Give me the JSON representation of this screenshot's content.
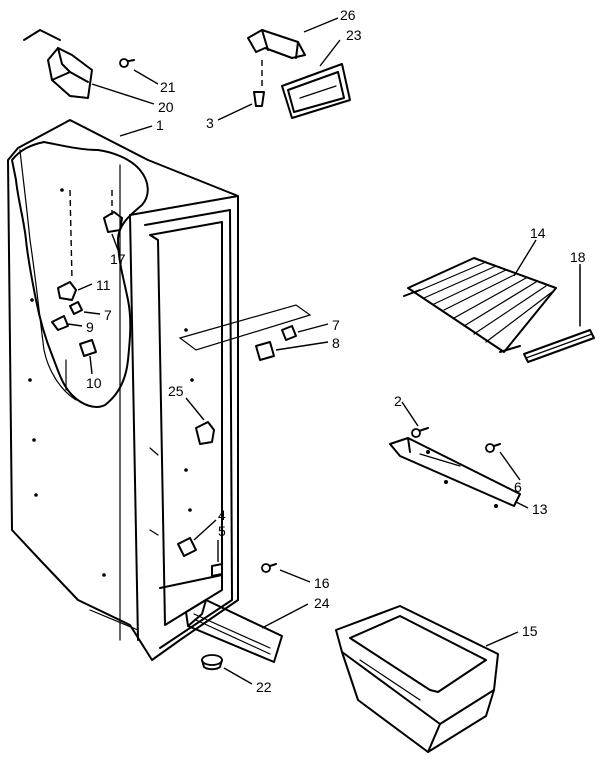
{
  "callouts": [
    {
      "id": "c26",
      "text": "26"
    },
    {
      "id": "c23",
      "text": "23"
    },
    {
      "id": "c21",
      "text": "21"
    },
    {
      "id": "c20",
      "text": "20"
    },
    {
      "id": "c1",
      "text": "1"
    },
    {
      "id": "c3",
      "text": "3"
    },
    {
      "id": "c17",
      "text": "17"
    },
    {
      "id": "c11",
      "text": "11"
    },
    {
      "id": "c7a",
      "text": "7"
    },
    {
      "id": "c9",
      "text": "9"
    },
    {
      "id": "c10",
      "text": "10"
    },
    {
      "id": "c7b",
      "text": "7"
    },
    {
      "id": "c8",
      "text": "8"
    },
    {
      "id": "c14",
      "text": "14"
    },
    {
      "id": "c18",
      "text": "18"
    },
    {
      "id": "c25",
      "text": "25"
    },
    {
      "id": "c2",
      "text": "2"
    },
    {
      "id": "c6",
      "text": "6"
    },
    {
      "id": "c13",
      "text": "13"
    },
    {
      "id": "c4",
      "text": "4"
    },
    {
      "id": "c5",
      "text": "5"
    },
    {
      "id": "c16",
      "text": "16"
    },
    {
      "id": "c24",
      "text": "24"
    },
    {
      "id": "c15",
      "text": "15"
    },
    {
      "id": "c22",
      "text": "22"
    }
  ]
}
